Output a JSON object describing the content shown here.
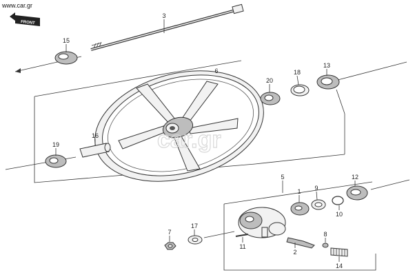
{
  "watermark_corner": "www.car.gr",
  "watermark_center": "car.gr",
  "front_label": "FRONT",
  "parts": [
    {
      "id": "p1",
      "label": "1"
    },
    {
      "id": "p2",
      "label": "2"
    },
    {
      "id": "p3",
      "label": "3"
    },
    {
      "id": "p5",
      "label": "5"
    },
    {
      "id": "p6",
      "label": "6"
    },
    {
      "id": "p7",
      "label": "7"
    },
    {
      "id": "p8",
      "label": "8"
    },
    {
      "id": "p9",
      "label": "9"
    },
    {
      "id": "p10",
      "label": "10"
    },
    {
      "id": "p11",
      "label": "11"
    },
    {
      "id": "p12",
      "label": "12"
    },
    {
      "id": "p13",
      "label": "13"
    },
    {
      "id": "p14",
      "label": "14"
    },
    {
      "id": "p15",
      "label": "15"
    },
    {
      "id": "p16",
      "label": "16"
    },
    {
      "id": "p17",
      "label": "17"
    },
    {
      "id": "p18",
      "label": "18"
    },
    {
      "id": "p19",
      "label": "19"
    },
    {
      "id": "p20",
      "label": "20"
    }
  ]
}
